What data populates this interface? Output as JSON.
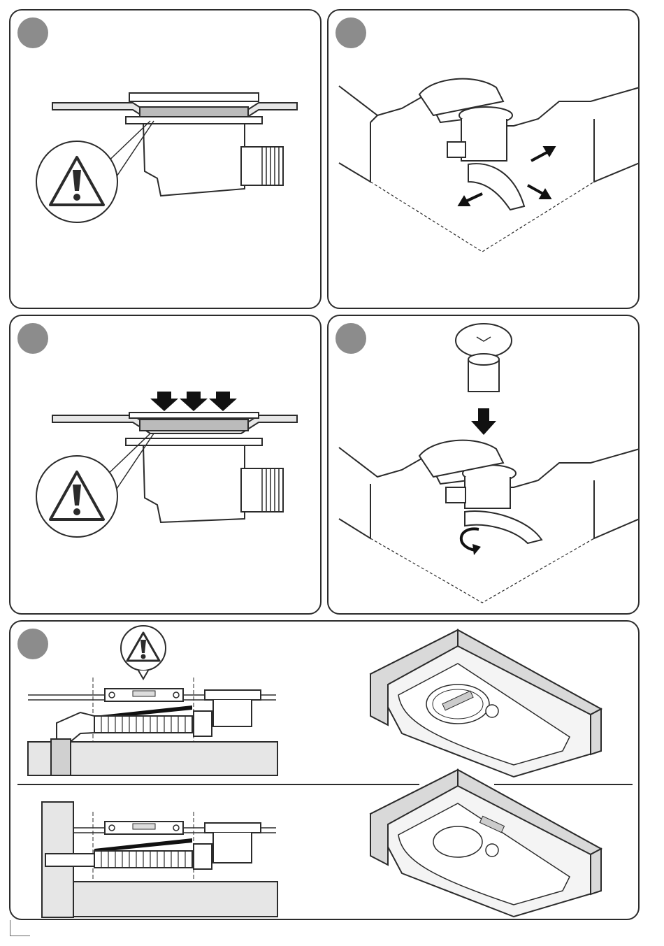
{
  "panels": [
    {
      "id": "panel-1",
      "step": "",
      "icon": "warning-icon"
    },
    {
      "id": "panel-2",
      "step": "",
      "icon": "hand-adjust-icon"
    },
    {
      "id": "panel-3",
      "step": "",
      "icon": "warning-icon"
    },
    {
      "id": "panel-4",
      "step": "",
      "icon": "rotate-arrow-icon"
    },
    {
      "id": "panel-5",
      "step": "",
      "icon": "spirit-level-icon"
    }
  ],
  "colors": {
    "stroke": "#2b2b2b",
    "badge": "#8c8c8c",
    "wall": "#d9d9d9",
    "floor": "#f4f4f4"
  }
}
